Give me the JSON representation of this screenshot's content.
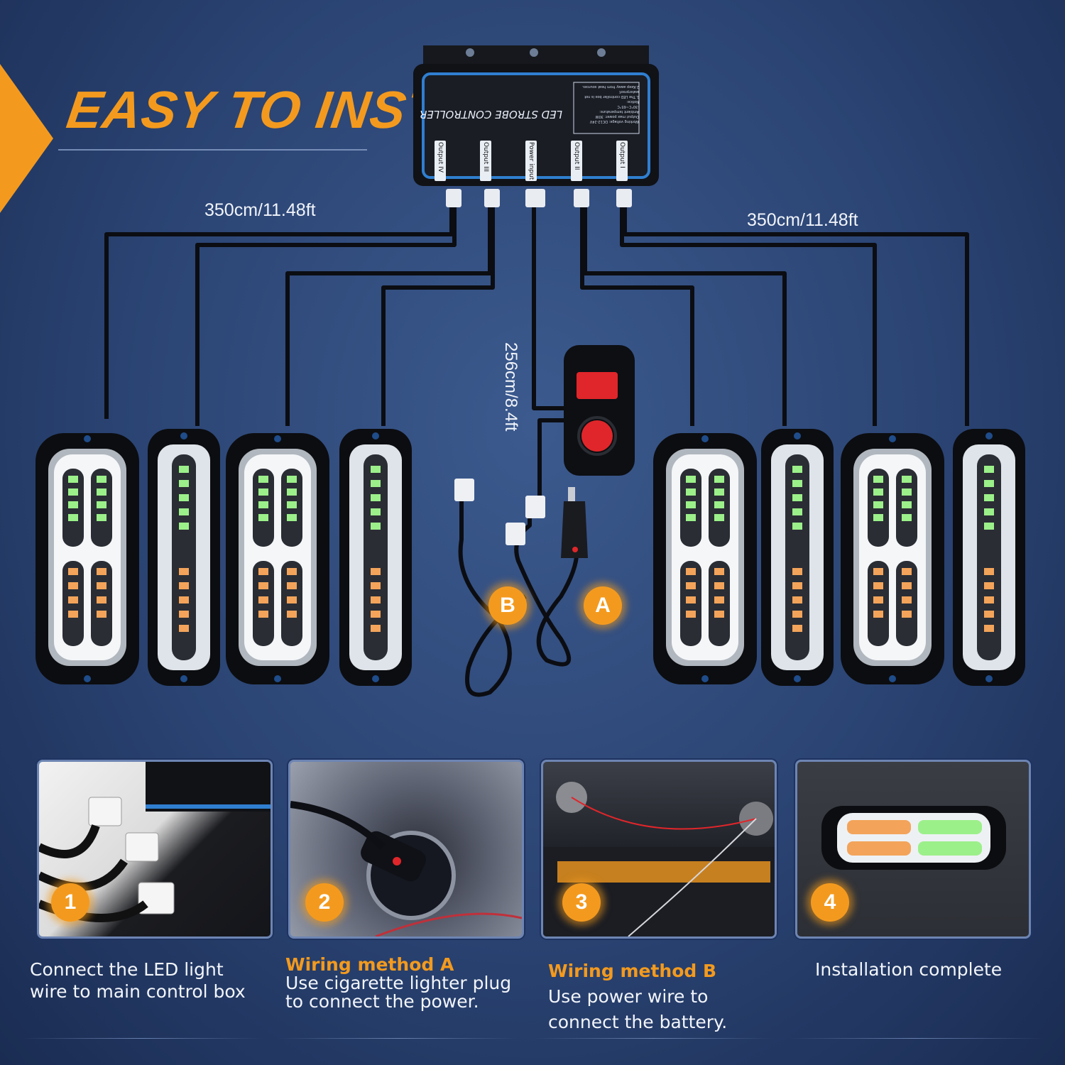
{
  "title": "EASY TO INSTALL",
  "controller": {
    "label": "LED STROBE CONTROLLER",
    "ports": [
      "Output IV",
      "Output III",
      "Power input",
      "Output II",
      "Output I"
    ],
    "spec_lines": [
      "Working voltage: DC12-24V",
      "Output max power: 30W",
      "Ambient temperature: -30°C~65°C",
      "Notice:",
      "1.The LED controller box is not waterproof.",
      "2.Keep away from heat sources."
    ]
  },
  "dimensions": {
    "left_cable": "350cm/11.48ft",
    "right_cable": "350cm/11.48ft",
    "power_cable": "256cm/8.4ft"
  },
  "plugs": {
    "a": "A",
    "b": "B"
  },
  "steps": [
    {
      "number": "1",
      "heading": "",
      "text_lines": [
        "Connect the LED light",
        "wire to main control box"
      ]
    },
    {
      "number": "2",
      "heading": "Wiring method A",
      "text_lines": [
        "Use cigarette lighter plug",
        "to connect the power."
      ]
    },
    {
      "number": "3",
      "heading": "Wiring method B",
      "text_lines": [
        "Use power wire to",
        "connect the battery."
      ]
    },
    {
      "number": "4",
      "heading": "",
      "text_lines": [
        "Installation complete"
      ]
    }
  ],
  "colors": {
    "accent": "#f39a1e",
    "background": "#2a4372",
    "switch_red": "#e0262a"
  }
}
